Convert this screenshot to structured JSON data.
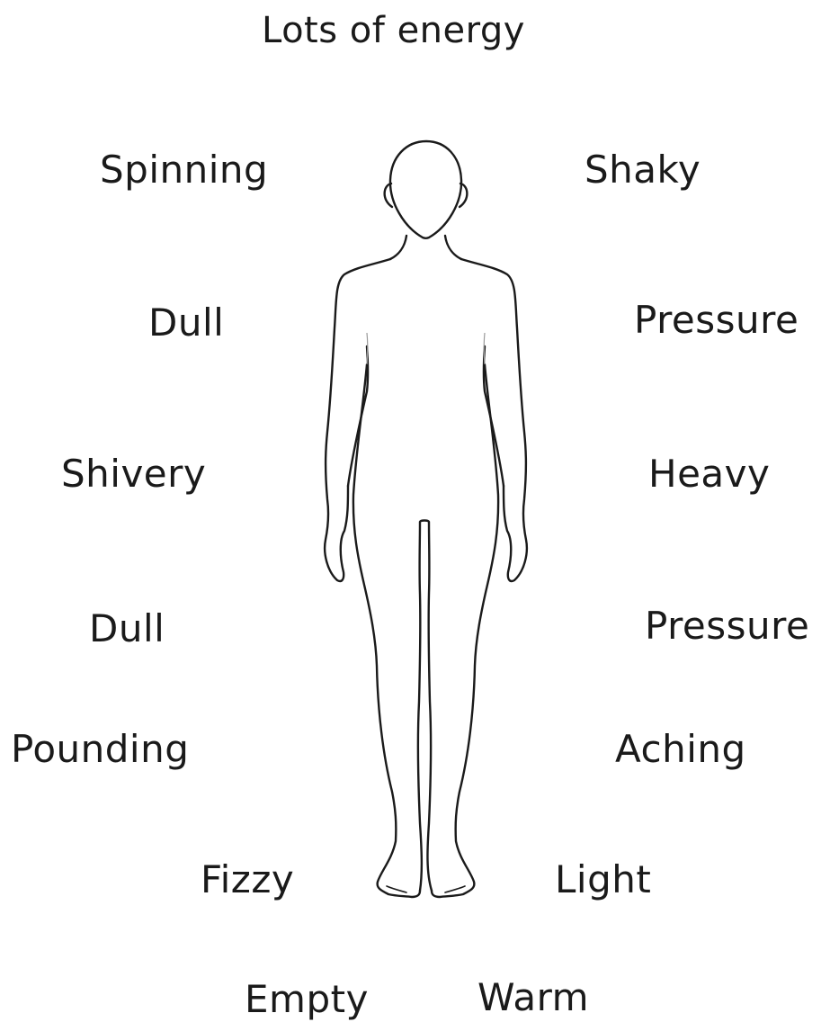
{
  "title": "Lots of energy",
  "words": {
    "spinning": "Spinning",
    "shaky": "Shaky",
    "dull_1": "Dull",
    "pressure_1": "Pressure",
    "shivery": "Shivery",
    "heavy": "Heavy",
    "dull_2": "Dull",
    "pressure_2": "Pressure",
    "pounding": "Pounding",
    "aching": "Aching",
    "fizzy": "Fizzy",
    "light": "Light",
    "empty": "Empty",
    "warm": "Warm"
  },
  "figure": {
    "icon": "human-body-outline-icon",
    "stroke_color": "#1a1a1a"
  }
}
